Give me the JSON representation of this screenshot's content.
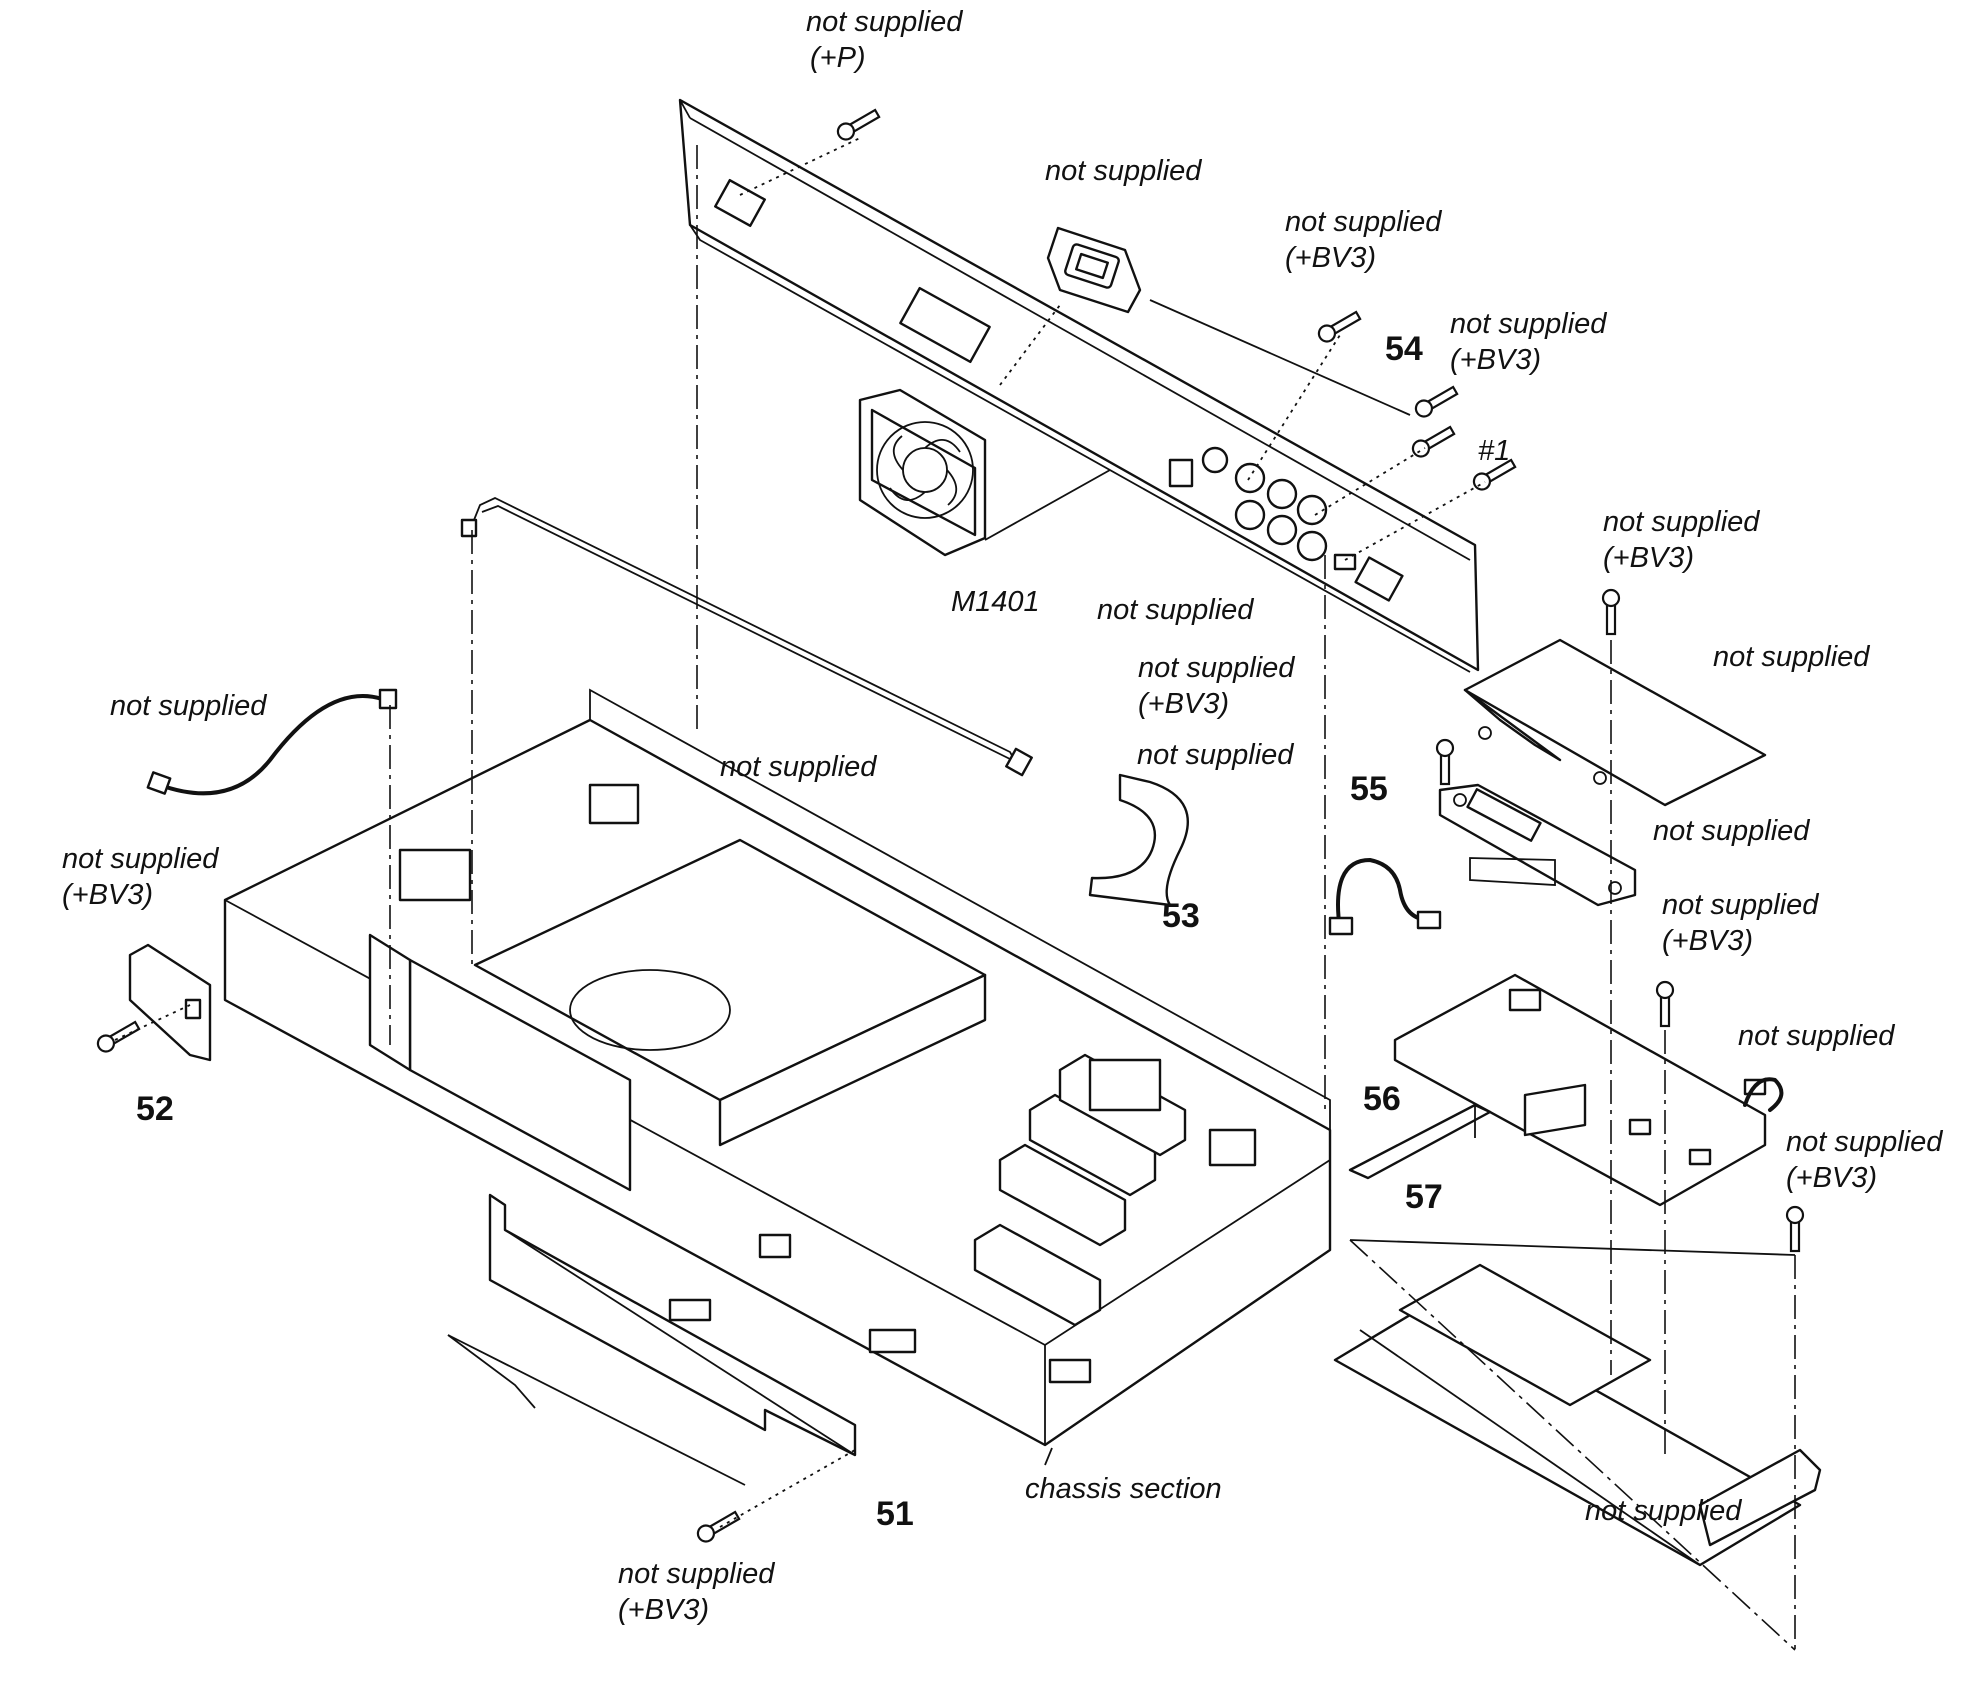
{
  "labels": {
    "note_rear_top": "not supplied",
    "note_rear_top_code": "(+P)",
    "note_connector": "not supplied",
    "note_screw_a": "not supplied",
    "note_screw_a_code": "(+BV3)",
    "num_54": "54",
    "note_screw_b": "not supplied",
    "note_screw_b_code": "(+BV3)",
    "num_hash1": "#1",
    "fan": "M1401",
    "note_rear_panel": "not supplied",
    "note_board_screw": "not supplied",
    "note_board_screw_code": "(+BV3)",
    "note_sheet": "not supplied",
    "note_screw_c": "not supplied",
    "note_screw_c_code": "(+BV3)",
    "note_harness": "not supplied",
    "note_long_cable": "not supplied",
    "note_left_cable": "not supplied",
    "num_55": "55",
    "note_pad": "not supplied",
    "num_53": "53",
    "note_screw_d": "not supplied",
    "note_screw_d_code": "(+BV3)",
    "note_screw_e": "not supplied",
    "note_screw_e_code": "(+BV3)",
    "note_wire_right": "not supplied",
    "num_52": "52",
    "num_56": "56",
    "note_screw_f": "not supplied",
    "note_screw_f_code": "(+BV3)",
    "num_57": "57",
    "num_51": "51",
    "chassis": "chassis section",
    "note_bracket": "not supplied",
    "note_screw_g": "not supplied",
    "note_screw_g_code": "(+BV3)"
  }
}
